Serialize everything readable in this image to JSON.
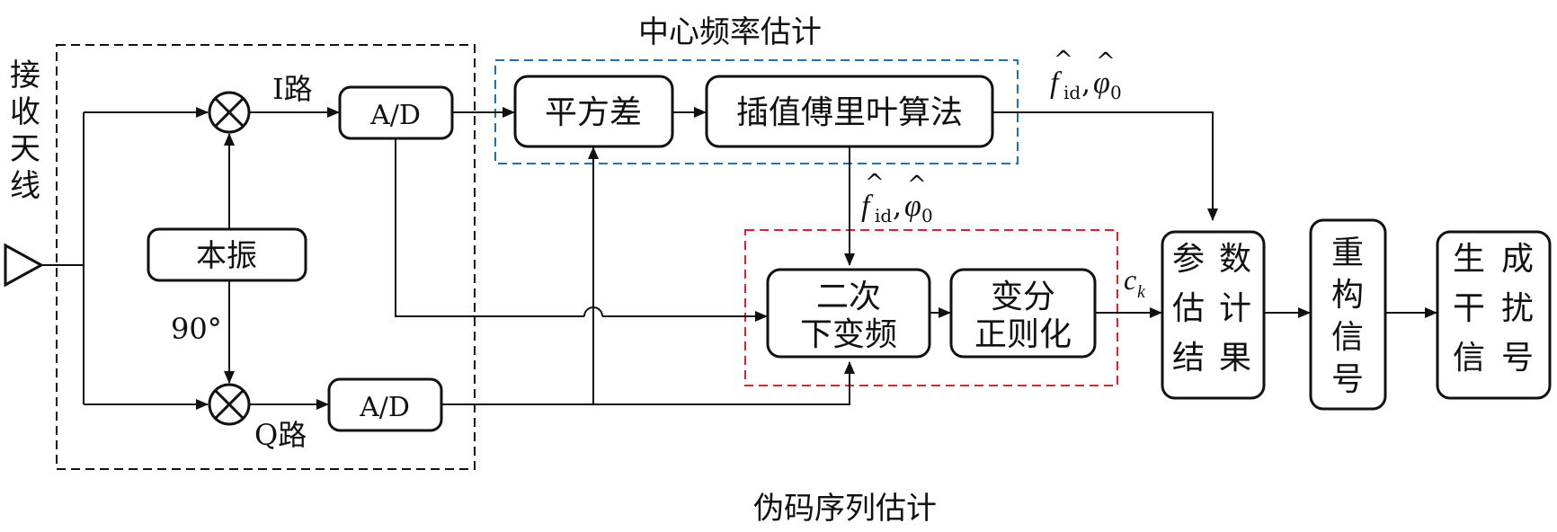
{
  "diagram": {
    "antenna_label": [
      "接",
      "收",
      "天",
      "线"
    ],
    "group_labels": {
      "center_freq": "中心频率估计",
      "pn_sequence": "伪码序列估计"
    },
    "blocks": {
      "local_osc": "本振",
      "ad_i": "A/D",
      "ad_q": "A/D",
      "square_diff": "平方差",
      "interp_fft": "插值傅里叶算法",
      "second_down": [
        "二次",
        "下变频"
      ],
      "var_reg": [
        "变分",
        "正则化"
      ],
      "param_result": [
        "参",
        "数",
        "估",
        "计",
        "结",
        "果"
      ],
      "reconstruct": [
        "重",
        "构",
        "信",
        "号"
      ],
      "jamming": [
        "生",
        "成",
        "干",
        "扰",
        "信",
        "号"
      ]
    },
    "labels": {
      "i_path": "I路",
      "q_path": "Q路",
      "phase": "90°",
      "f_hat": "f",
      "f_sub": "id",
      "sep": ",",
      "phi_hat": "φ",
      "phi_sub": "0",
      "c": "c",
      "c_sub": "k"
    }
  }
}
